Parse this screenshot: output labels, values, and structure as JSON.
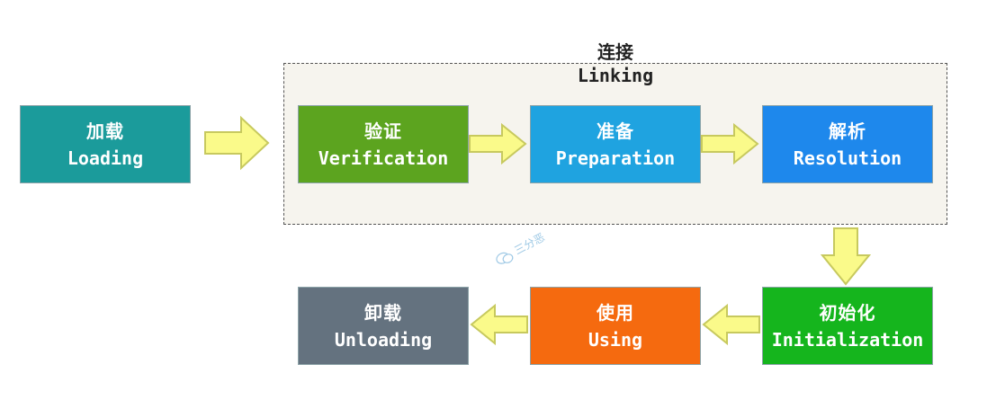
{
  "linking_group": {
    "title_zh": "连接",
    "title_en": "Linking"
  },
  "stages": {
    "loading": {
      "zh": "加载",
      "en": "Loading",
      "color": "#1b9b9b"
    },
    "verification": {
      "zh": "验证",
      "en": "Verification",
      "color": "#5ca41f"
    },
    "preparation": {
      "zh": "准备",
      "en": "Preparation",
      "color": "#1fa3e0"
    },
    "resolution": {
      "zh": "解析",
      "en": "Resolution",
      "color": "#1e88ec"
    },
    "initialization": {
      "zh": "初始化",
      "en": "Initialization",
      "color": "#15b51d"
    },
    "using": {
      "zh": "使用",
      "en": "Using",
      "color": "#f56a0f"
    },
    "unloading": {
      "zh": "卸载",
      "en": "Unloading",
      "color": "#64727f"
    }
  },
  "watermark": {
    "text": "三分恶"
  },
  "colors": {
    "arrow_fill": "#fafa8a",
    "arrow_stroke": "#c7c95e",
    "box_border": "#8ca3a8"
  }
}
